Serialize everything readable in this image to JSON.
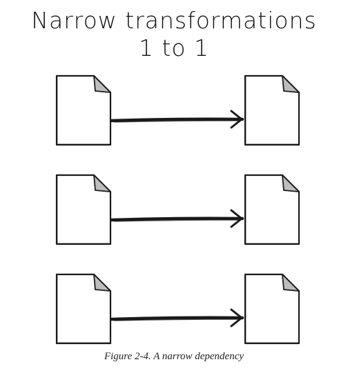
{
  "diagram": {
    "title": "Narrow transformations",
    "subtitle": "1 to 1",
    "caption": "Figure 2-4. A narrow dependency",
    "rows": [
      {
        "source": "file-icon",
        "target": "file-icon",
        "connector": "arrow"
      },
      {
        "source": "file-icon",
        "target": "file-icon",
        "connector": "arrow"
      },
      {
        "source": "file-icon",
        "target": "file-icon",
        "connector": "arrow"
      }
    ],
    "colors": {
      "stroke": "#1a1a1a",
      "page_fill": "#ffffff",
      "fold_fill": "#bdbdbd",
      "caption": "#222222"
    }
  }
}
